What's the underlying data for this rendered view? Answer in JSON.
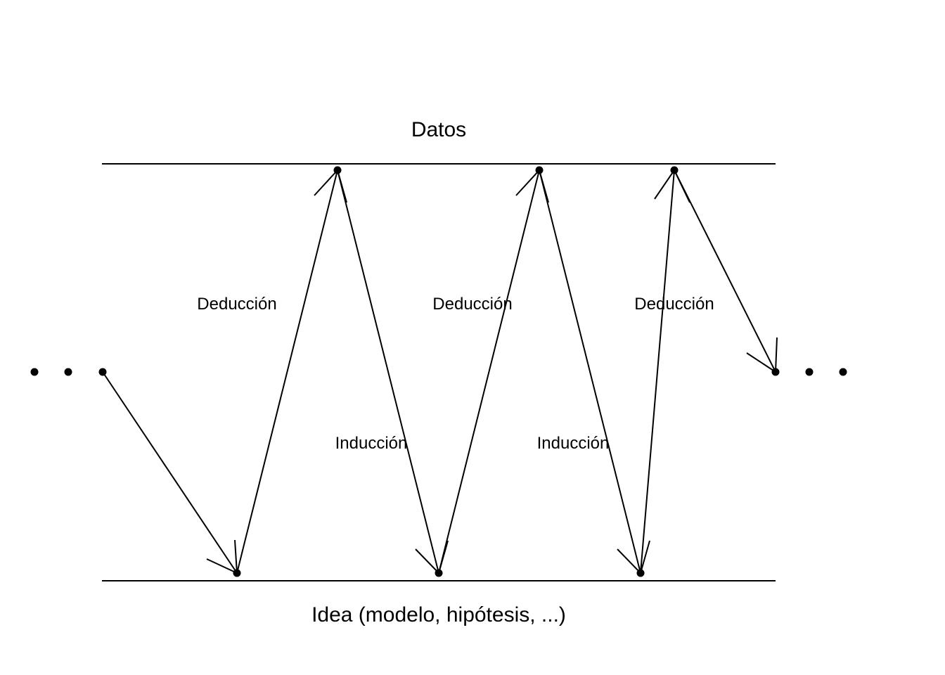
{
  "diagram": {
    "top_label": "Datos",
    "bottom_label": "Idea (modelo, hipótesis, ...)",
    "deduction_label": "Deducción",
    "induction_label": "Inducción",
    "ellipsis_left": "...",
    "ellipsis_right": "..."
  },
  "colors": {
    "line": "#000000",
    "background": "#ffffff"
  }
}
